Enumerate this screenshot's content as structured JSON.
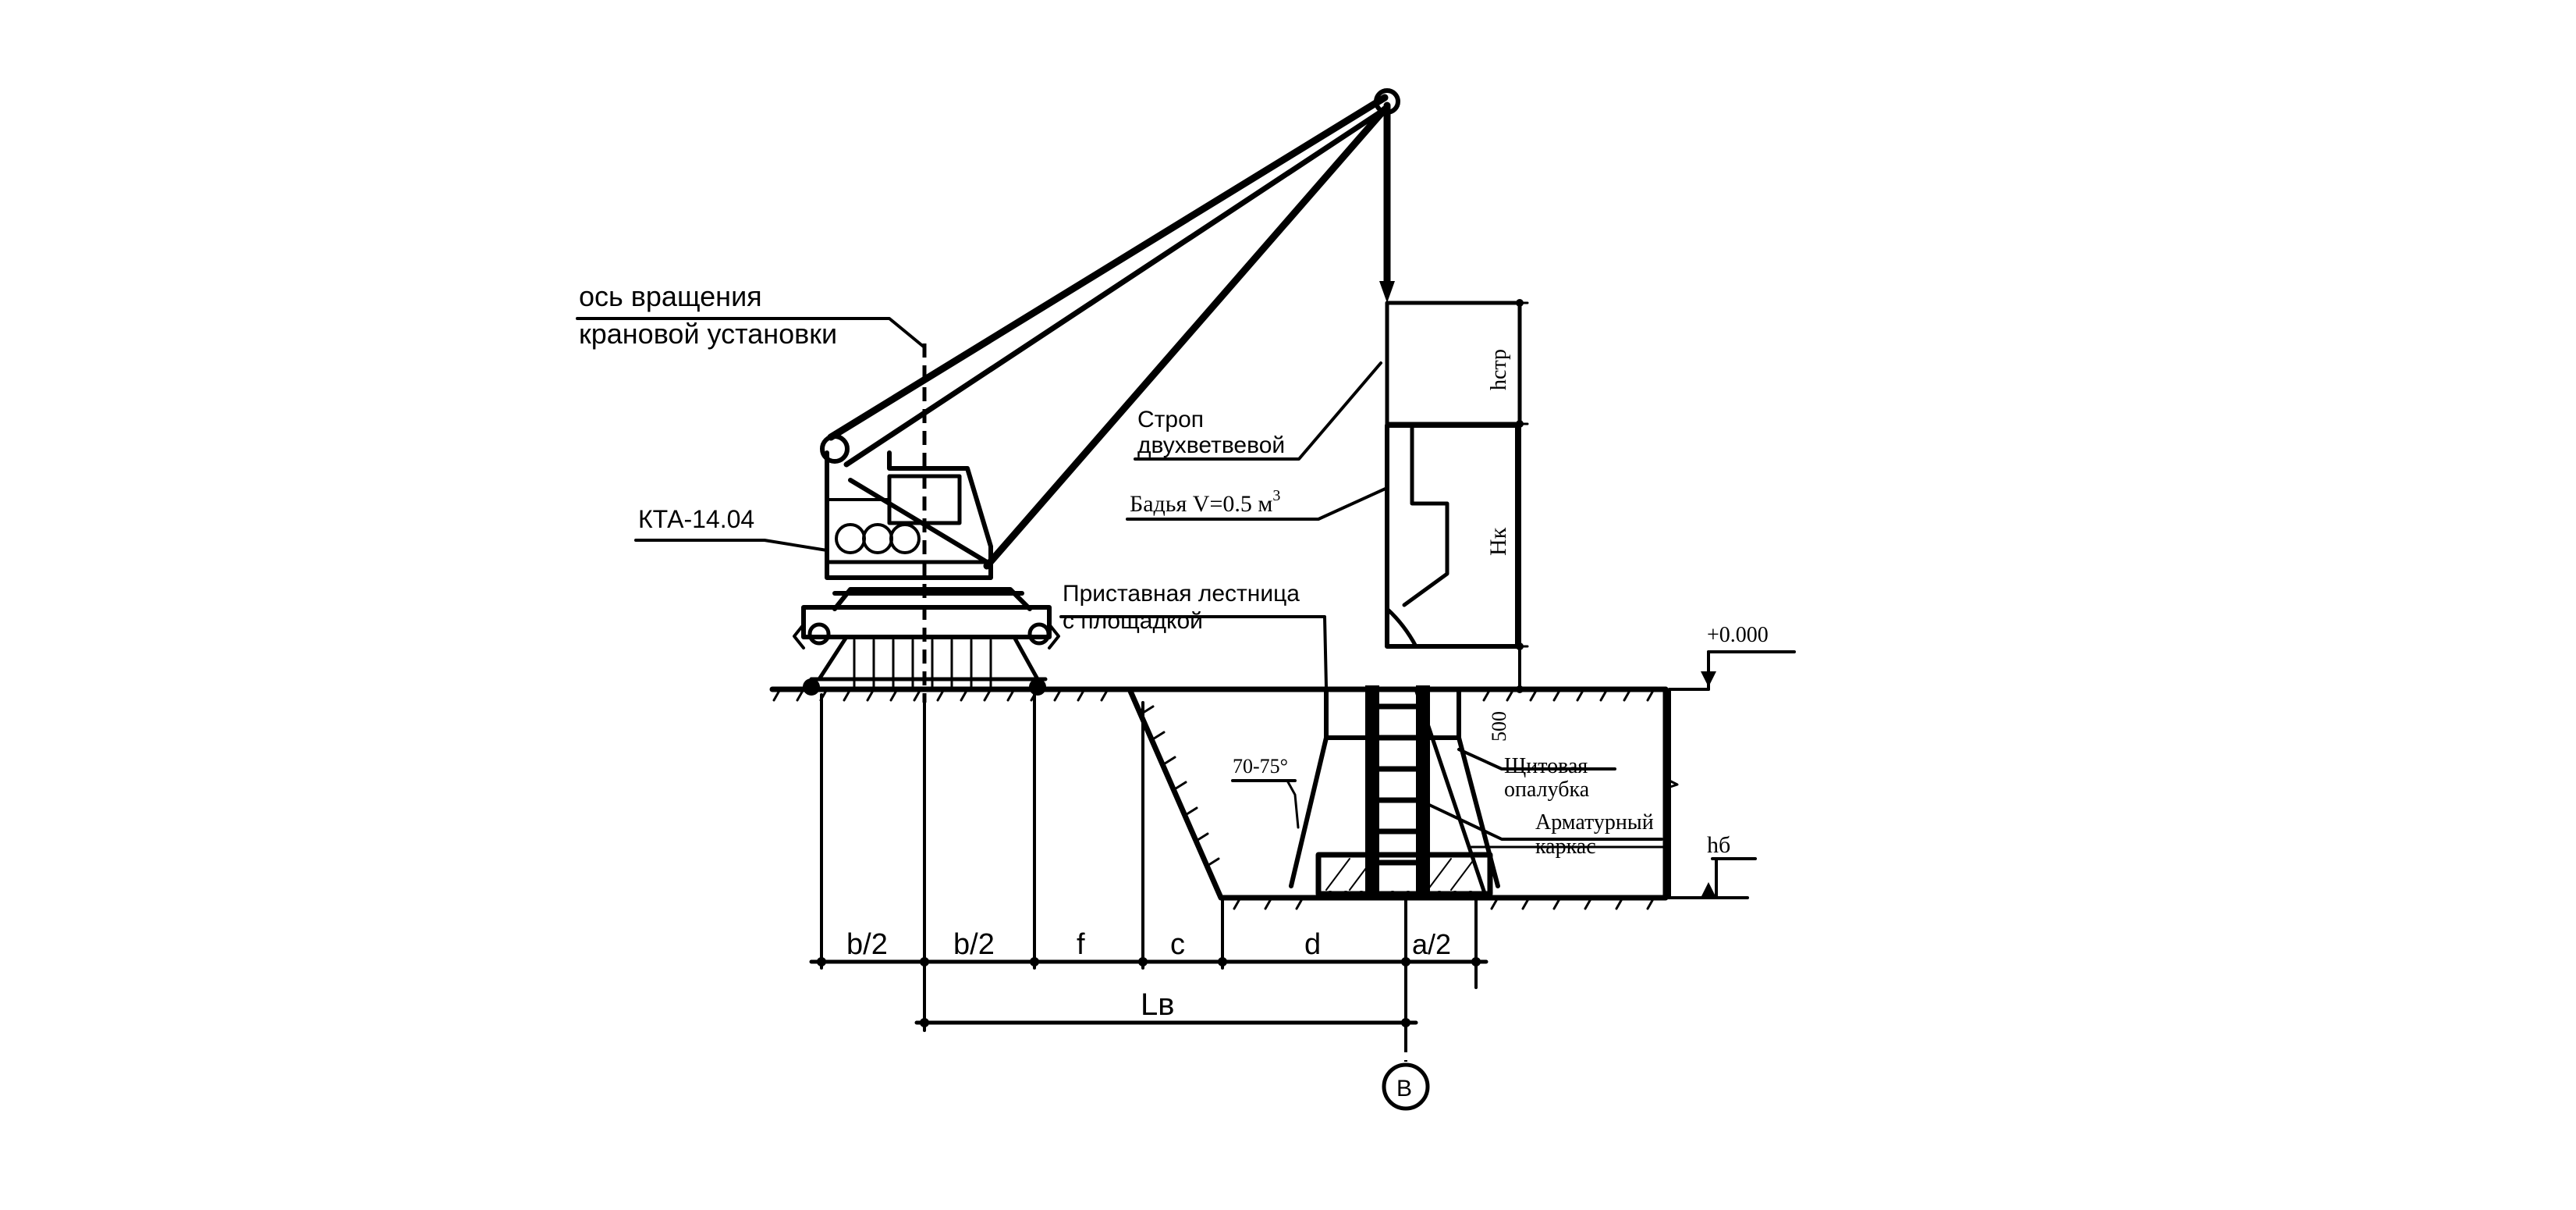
{
  "labels": {
    "rotation_axis_line1": "ось вращения",
    "rotation_axis_line2": "крановой установки",
    "crane_model": "КТА-14.04",
    "sling_line1": "Строп",
    "sling_line2": "двухветвевой",
    "bucket": "Бадья V=0.5 м",
    "bucket_sup": "3",
    "ladder_line1": "Приставная лестница",
    "ladder_line2": "с площадкой",
    "formwork_line1": "Щитовая",
    "formwork_line2": "опалубка",
    "rebar_line1": "Арматурный",
    "rebar_line2": "каркас",
    "slope_angle": "70-75°",
    "level_mark": "+0.000"
  },
  "dimensions": {
    "h_sling": "hстр",
    "h_bucket": "Нк",
    "d500": "500",
    "h_pit": "hб",
    "b_half_1": "b/2",
    "b_half_2": "b/2",
    "f": "f",
    "c": "c",
    "d": "d",
    "a_half": "a/2",
    "reach": "Lв"
  },
  "axis": {
    "marker": "В"
  }
}
